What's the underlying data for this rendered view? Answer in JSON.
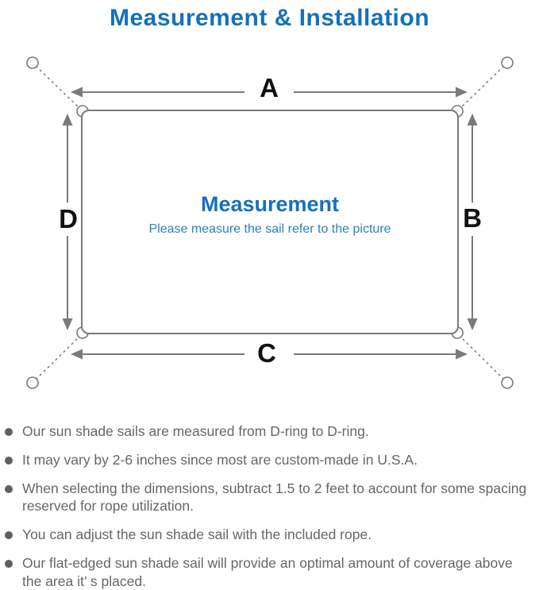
{
  "page": {
    "title": "Measurement & Installation"
  },
  "diagram": {
    "labels": {
      "top": "A",
      "right": "B",
      "bottom": "C",
      "left": "D"
    },
    "center_title": "Measurement",
    "center_subtitle": "Please measure the sail refer to the picture",
    "icons": [
      "anchor-point",
      "rope-dashed-line",
      "d-ring",
      "dimension-arrow"
    ]
  },
  "notes": {
    "items": [
      {
        "text": "Our sun shade sails are measured from D-ring to D-ring."
      },
      {
        "text": "It may vary by 2-6 inches since most are custom-made in U.S.A."
      },
      {
        "text": "When selecting the dimensions, subtract 1.5 to 2 feet to account for some spacing reserved for rope utilization."
      },
      {
        "text": "You can adjust the sun shade sail with the included rope."
      },
      {
        "text": "Our flat-edged sun shade sail will provide an optimal amount of coverage above the area it’ s placed."
      }
    ]
  },
  "colors": {
    "title_blue": "#1371bd",
    "subtitle_blue": "#2e80ba",
    "line_gray": "#7a7a7a",
    "label_black": "#111111",
    "text_gray": "#666666",
    "dot_gray": "#606060",
    "bg": "#ffffff"
  }
}
